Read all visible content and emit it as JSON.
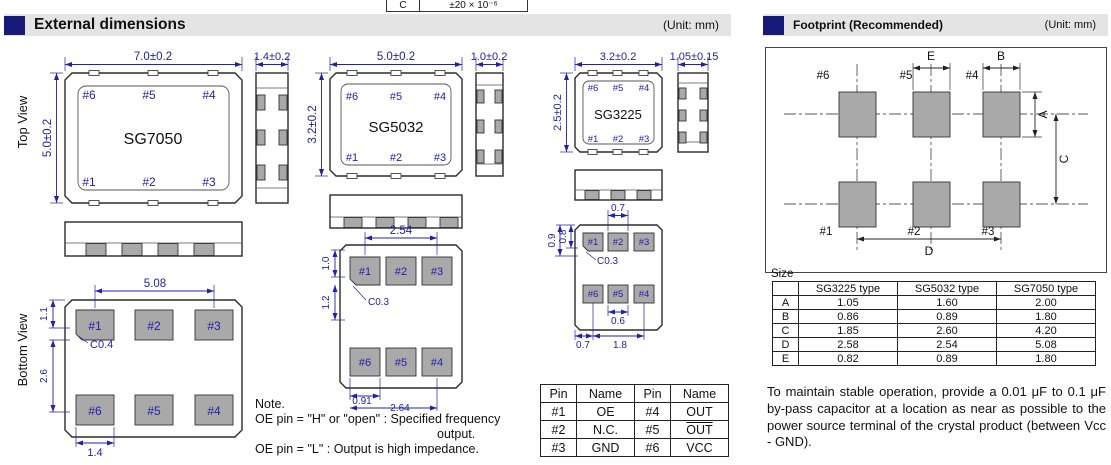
{
  "top_fragment": {
    "col1": "C",
    "col2": "±20 × 10⁻⁶"
  },
  "left_header": {
    "title": "External dimensions",
    "unit": "(Unit: mm)"
  },
  "right_header": {
    "title": "Footprint (Recommended)",
    "unit": "(Unit: mm)"
  },
  "view_labels": {
    "top": "Top View",
    "bottom": "Bottom View"
  },
  "pins": {
    "top_row": [
      "#6",
      "#5",
      "#4"
    ],
    "bottom_row": [
      "#1",
      "#2",
      "#3"
    ]
  },
  "sg7050": {
    "name": "SG7050",
    "dim_w": "7.0±0.2",
    "dim_h": "5.0±0.2",
    "dim_t": "1.4±0.2",
    "bottom": {
      "dim_pitch": "5.08",
      "dim_edge": "1.1",
      "dim_pad_h": "2.6",
      "dim_pad_w": "1.4",
      "chamfer": "C0.4"
    }
  },
  "sg5032": {
    "name": "SG5032",
    "dim_w": "5.0±0.2",
    "dim_h": "3.2±0.2",
    "dim_t": "1.0±0.2",
    "bottom": {
      "dim_pitch": "2.54",
      "dim_1": "1.0",
      "dim_2": "1.2",
      "dim_pad_w": "0.91",
      "dim_span": "2.64",
      "chamfer": "C0.3"
    }
  },
  "sg3225": {
    "name": "SG3225",
    "dim_w": "3.2±0.2",
    "dim_h": "2.5±0.2",
    "dim_t": "1.05±0.15",
    "bottom": {
      "dim_top": "0.7",
      "dim_e1": "0.8",
      "dim_e2": "0.9",
      "dim_mid": "0.6",
      "dim_b1": "0.7",
      "dim_b2": "1.8",
      "chamfer": "C0.3"
    }
  },
  "note": {
    "lines": [
      "Note.",
      "OE pin = \"H\" or \"open\" : Specified frequency",
      "output.",
      "OE pin = \"L\" : Output is high impedance."
    ]
  },
  "pin_table": {
    "headers": [
      "Pin",
      "Name",
      "Pin",
      "Name"
    ],
    "rows": [
      [
        "#1",
        "OE",
        "#4",
        "OUT"
      ],
      [
        "#2",
        "N.C.",
        "#5",
        "OUT"
      ],
      [
        "#3",
        "GND",
        "#6",
        "VCC"
      ]
    ]
  },
  "footprint": {
    "dims": {
      "A": "A",
      "B": "B",
      "C": "C",
      "D": "D",
      "E": "E"
    },
    "size_label": "Size",
    "table": {
      "headers": [
        "",
        "SG3225 type",
        "SG5032 type",
        "SG7050 type"
      ],
      "rows": [
        [
          "A",
          "1.05",
          "1.60",
          "2.00"
        ],
        [
          "B",
          "0.86",
          "0.89",
          "1.80"
        ],
        [
          "C",
          "1.85",
          "2.60",
          "4.20"
        ],
        [
          "D",
          "2.58",
          "2.54",
          "5.08"
        ],
        [
          "E",
          "0.82",
          "0.89",
          "1.80"
        ]
      ]
    },
    "note": "To maintain stable operation, provide a 0.01 μF to 0.1 μF by-pass capacitor at a location as near as possible to the power source terminal of the crystal product (between Vcc - GND)."
  }
}
